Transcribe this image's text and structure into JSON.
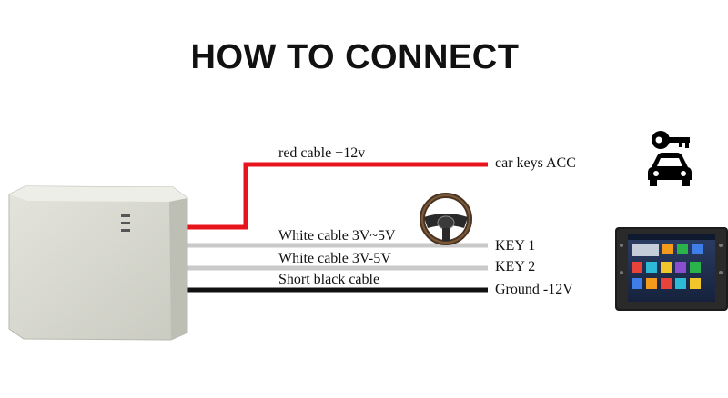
{
  "title": "HOW TO CONNECT",
  "cables": [
    {
      "label": "red cable +12v",
      "target": "car keys ACC",
      "color": "#e8141b"
    },
    {
      "label": "White cable  3V~5V",
      "target": "KEY 1",
      "color": "#c9c9c9"
    },
    {
      "label": "White cable  3V-5V",
      "target": "KEY 2",
      "color": "#c9c9c9"
    },
    {
      "label": "Short black cable",
      "target": "Ground -12V",
      "color": "#111111"
    }
  ],
  "icons": {
    "module": "interface-module-box",
    "steering": "steering-wheel-icon",
    "key": "car-key-icon",
    "car": "car-icon",
    "radio": "car-radio-head-unit"
  }
}
